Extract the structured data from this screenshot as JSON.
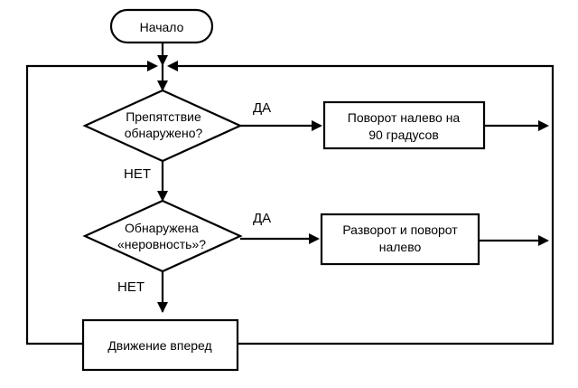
{
  "diagram": {
    "start_label": "Начало",
    "decision1": {
      "line1": "Препятствие",
      "line2": "обнаружено?"
    },
    "decision2": {
      "line1": "Обнаружена",
      "line2": "«неровность»?"
    },
    "action_turn_left": {
      "line1": "Поворот налево на",
      "line2": "90 градусов"
    },
    "action_uturn": {
      "line1": "Разворот и поворот",
      "line2": "налево"
    },
    "action_forward": "Движение вперед",
    "yes_label_1": "ДА",
    "no_label_1": "НЕТ",
    "yes_label_2": "ДА",
    "no_label_2": "НЕТ"
  }
}
